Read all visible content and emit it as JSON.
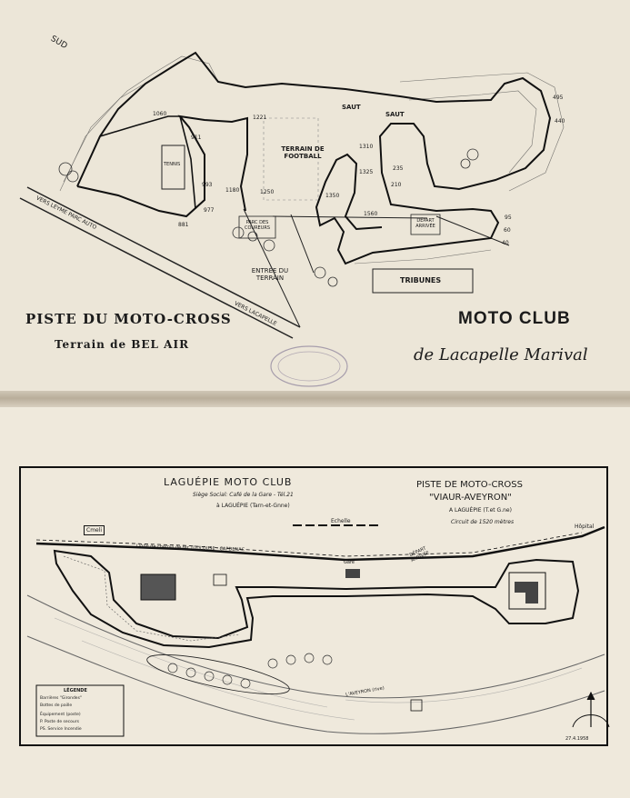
{
  "top_map": {
    "title_line1": "PISTE DU MOTO-CROSS",
    "title_line2": "Terrain de BEL AIR",
    "club_title": "MOTO CLUB",
    "club_subtitle": "de Lacapelle Marival",
    "labels": {
      "saut1": "SAUT",
      "saut2": "SAUT",
      "terrain_football": "TERRAIN DE FOOTBALL",
      "tennis": "TENNIS",
      "parc_coureurs": "PARC DES COUREURS",
      "depart_arrivee": "DÉPART ARRIVÉE",
      "tribunes": "TRIBUNES",
      "entree_terrain": "ENTRÉE DU TERRAIN",
      "vers_leyme": "VERS LEYME PARC AUTO",
      "vers_lacapelle": "VERS LACAPELLE",
      "corner_mark": "SUD"
    },
    "distances": [
      "1060",
      "1221",
      "1310",
      "1325",
      "1350",
      "1560",
      "1180",
      "1250",
      "993",
      "977",
      "911",
      "881",
      "235",
      "210",
      "440",
      "495",
      "95",
      "60",
      "40"
    ]
  },
  "bottom_map": {
    "club_name": "LAGUÉPIE MOTO CLUB",
    "siege_social": "Siège Social: Café de la Gare - Tél.21",
    "ville": "à LAGUÉPIE (Tarn-et-Gnne)",
    "piste_title": "PISTE DE MOTO-CROSS",
    "piste_name": "\"VIAUR-AVEYRON\"",
    "piste_location": "A LAGUÉPIE (T.et G.ne)",
    "circuit": "Circuit de 1520 mètres",
    "echelle": "Echelle",
    "railway": "Ligne de chemin de fer TOULOUSE - CAPDENAC",
    "gare": "Gare",
    "depart_arrivee": "DÉPART ARRIVÉE",
    "hopital": "Hôpital",
    "riviere": "L'AVEYRON (rive)",
    "corner_label": "Cmeli",
    "date": "27.4.1958",
    "legend": {
      "title": "LÉGENDE",
      "items": [
        "Barrières \"Girondes\"",
        "Bottes de paille",
        "Équipement (poste)",
        "P. Poste de secours",
        "PS. Service Incendie"
      ]
    }
  },
  "colors": {
    "paper_top": "#ece6d8",
    "paper_bottom": "#efe9dc",
    "ink": "#1b1b1b"
  }
}
